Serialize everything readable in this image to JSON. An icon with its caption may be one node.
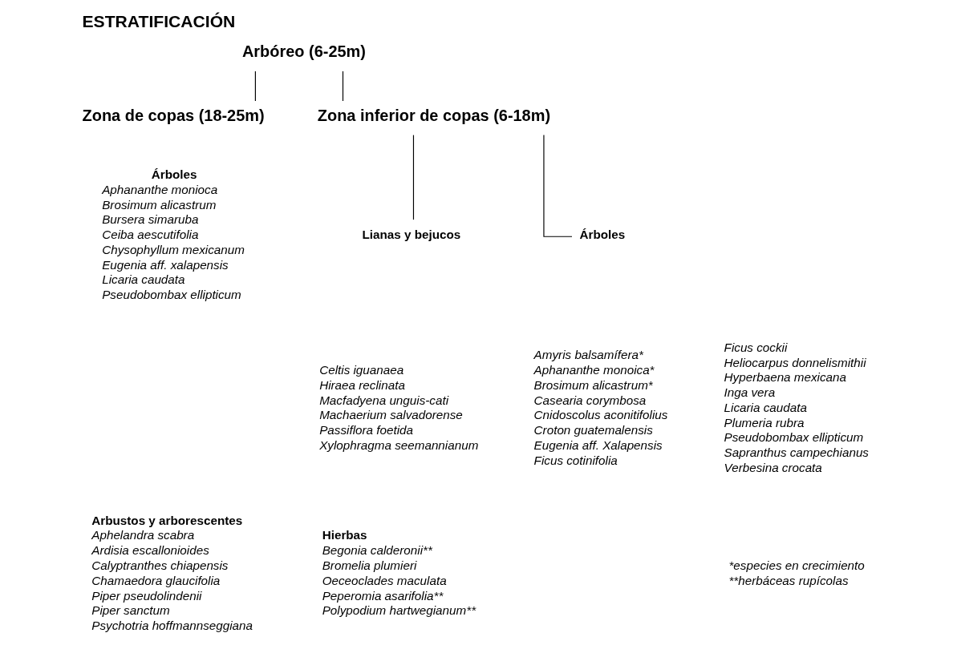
{
  "diagram": {
    "title": "ESTRATIFICACIÓN",
    "nodes": [
      {
        "text": [
          "Arbóreo (6-25m)"
        ]
      },
      {
        "text": [
          "Zona de copas (18-25m)"
        ]
      },
      {
        "text": [
          "Zona inferior de copas (6-18m)"
        ]
      },
      {
        "text": [
          "Lianas y bejucos"
        ]
      },
      {
        "text": [
          "Árboles"
        ]
      }
    ],
    "edges": [
      {
        "from": 0,
        "to": 1,
        "arrow": "none"
      },
      {
        "from": 0,
        "to": 2,
        "arrow": "none"
      },
      {
        "from": 2,
        "to": 3,
        "arrow": "none"
      },
      {
        "from": 2,
        "to": 4,
        "arrow": "none"
      }
    ],
    "labels": [
      "Árboles",
      "Aphananthe monioca",
      "Brosimum alicastrum",
      "Bursera simaruba",
      "Ceiba aescutifolia",
      "Chysophyllum mexicanum",
      "Eugenia aff. xalapensis",
      "Licaria caudata",
      "Pseudobombax ellipticum",
      "Celtis iguanaea",
      "Hiraea reclinata",
      "Macfadyena unguis-cati",
      "Machaerium salvadorense",
      "Passiflora foetida",
      "Xylophragma seemannianum",
      "Amyris balsamífera*",
      "Aphananthe monoica*",
      "Brosimum alicastrum*",
      "Casearia corymbosa",
      "Cnidoscolus aconitifolius",
      "Croton guatemalensis",
      "Eugenia aff. Xalapensis",
      "Ficus cotinifolia",
      "Ficus cockii",
      "Heliocarpus donnelismithii",
      "Hyperbaena mexicana",
      "Inga vera",
      "Licaria caudata",
      "Plumeria rubra",
      "Pseudobombax ellipticum",
      "Sapranthus campechianus",
      "Verbesina crocata",
      "Arbustos y arborescentes",
      "Aphelandra scabra",
      "Ardisia escallonioides",
      "Calyptranthes chiapensis",
      "Chamaedora glaucifolia",
      "Piper pseudolindenii",
      "Piper sanctum",
      "Psychotria hoffmannseggiana",
      "Hierbas",
      "Begonia calderonii**",
      "Bromelia plumieri",
      "Oeceoclades maculata",
      "Peperomia asarifolia**",
      "Polypodium hartwegianum**",
      "*especies en crecimiento",
      "**herbáceas rupícolas"
    ]
  }
}
